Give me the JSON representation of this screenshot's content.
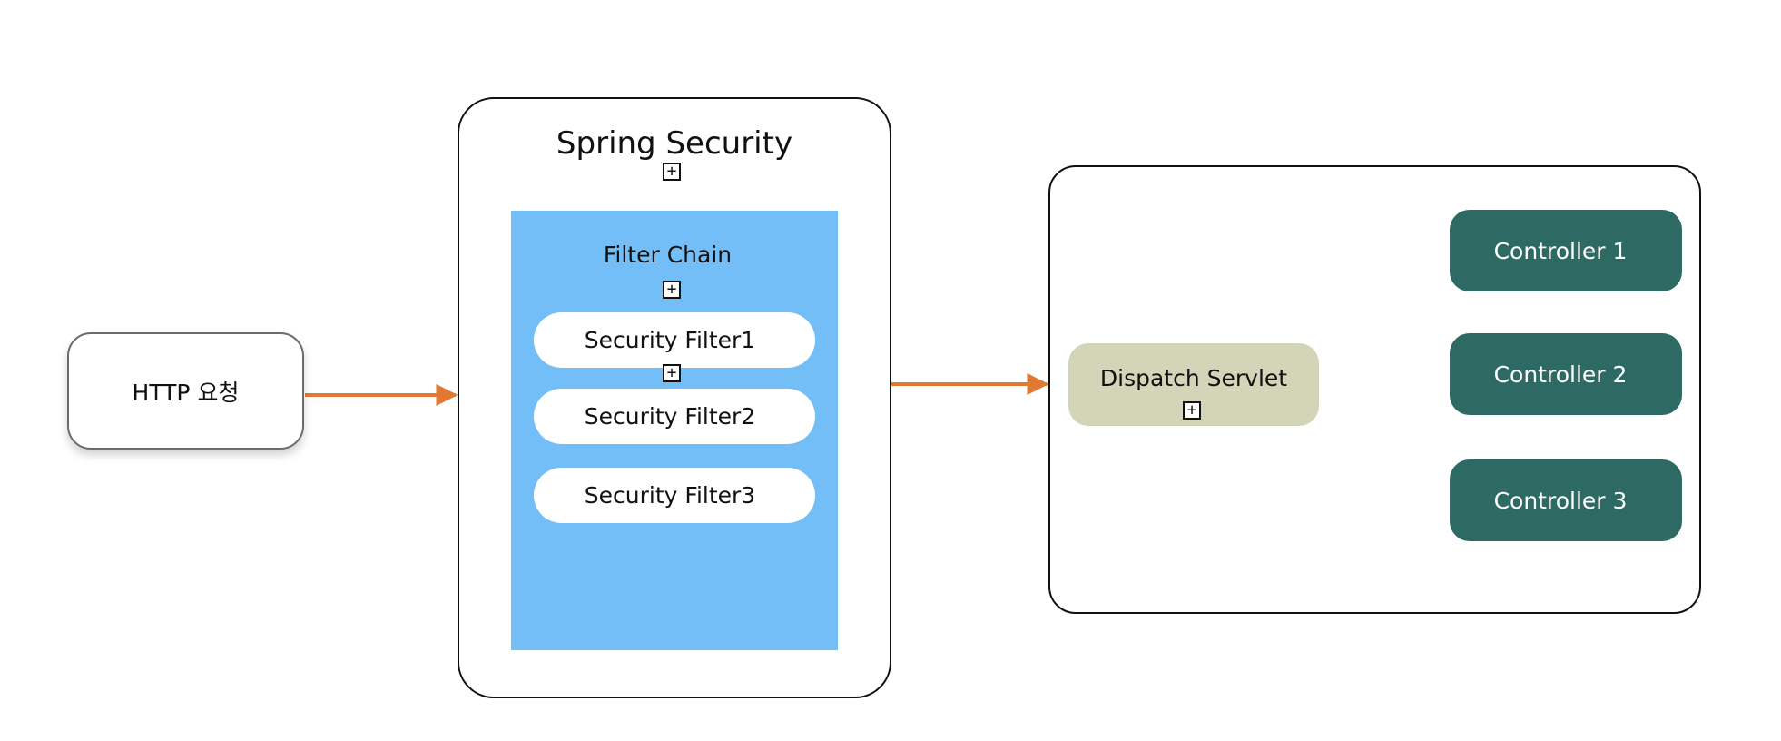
{
  "http_request": {
    "label": "HTTP 요청"
  },
  "spring_security": {
    "title": "Spring Security",
    "filter_chain": {
      "title": "Filter Chain",
      "filters": [
        "Security Filter1",
        "Security Filter2",
        "Security Filter3"
      ]
    }
  },
  "mvc": {
    "dispatcher": "Dispatch Servlet",
    "controllers": [
      "Controller 1",
      "Controller 2",
      "Controller 3"
    ]
  },
  "colors": {
    "flow_arrow": "#e07a32",
    "dispatch_arrow": "#9ff5e3",
    "filter_chain_bg": "#74bef8",
    "dispatcher_bg": "#d4d4b8",
    "controller_bg": "#2d6a64"
  },
  "icons": [
    "expand-plus-icon"
  ]
}
